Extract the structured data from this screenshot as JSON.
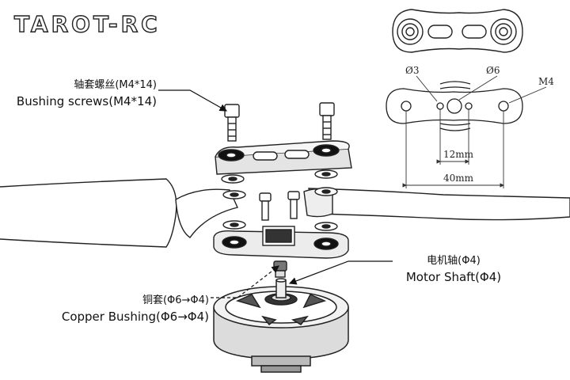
{
  "brand": {
    "logo_text": "TAROT-RC"
  },
  "labels": {
    "bushing_screws_cn": "轴套螺丝(M4*14)",
    "bushing_screws_en": "Bushing screws(M4*14)",
    "motor_shaft_cn": "电机轴(Φ4)",
    "motor_shaft_en": "Motor Shaft(Φ4)",
    "copper_bushing_cn": "铜套(Φ6→Φ4)",
    "copper_bushing_en": "Copper Bushing(Φ6→Φ4)"
  },
  "dimensions": {
    "hole_small": "Ø3",
    "hole_center": "Ø6",
    "screw_thread": "M4",
    "inner_spacing": "12mm",
    "outer_spacing": "40mm"
  }
}
